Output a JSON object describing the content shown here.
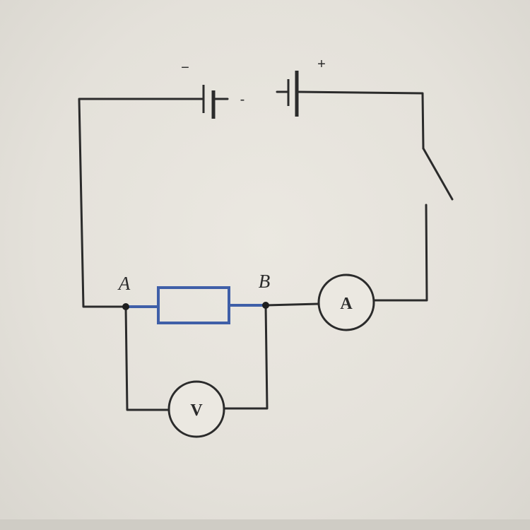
{
  "diagram": {
    "point_a_label": "A",
    "point_b_label": "B",
    "ammeter_label": "A",
    "voltmeter_label": "V",
    "battery_negative_sign": "−",
    "battery_positive_sign": "+",
    "battery_gap_dash": "-"
  },
  "colors": {
    "wire": "#2b2b2b",
    "resistor": "#3f5fa8",
    "background": "#e6e3dc"
  }
}
